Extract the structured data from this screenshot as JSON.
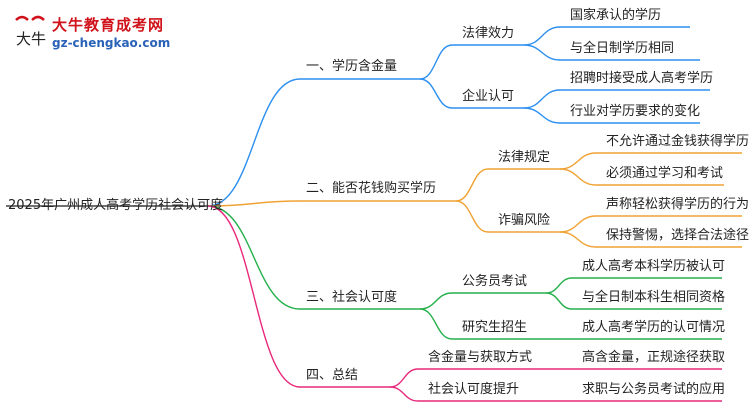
{
  "logo": {
    "mark": "大牛",
    "title": "大牛教育成考网",
    "url": "gz-chengkao.com"
  },
  "root": "2025年广州成人高考学历社会认可度",
  "colors": {
    "blue": "#2c8ff0",
    "orange": "#f0a234",
    "green": "#26b04b",
    "pink": "#e8287a"
  },
  "branches": [
    {
      "label": "一、学历含金量",
      "color": "blue",
      "children": [
        {
          "label": "法律效力",
          "leaves": [
            "国家承认的学历",
            "与全日制学历相同"
          ]
        },
        {
          "label": "企业认可",
          "leaves": [
            "招聘时接受成人高考学历",
            "行业对学历要求的变化"
          ]
        }
      ]
    },
    {
      "label": "二、能否花钱购买学历",
      "color": "orange",
      "children": [
        {
          "label": "法律规定",
          "leaves": [
            "不允许通过金钱获得学历",
            "必须通过学习和考试"
          ]
        },
        {
          "label": "诈骗风险",
          "leaves": [
            "声称轻松获得学历的行为",
            "保持警惕，选择合法途径"
          ]
        }
      ]
    },
    {
      "label": "三、社会认可度",
      "color": "green",
      "children": [
        {
          "label": "公务员考试",
          "leaves": [
            "成人高考本科学历被认可",
            "与全日制本科生相同资格"
          ]
        },
        {
          "label": "研究生招生",
          "leaves": [
            "成人高考学历的认可情况"
          ]
        }
      ]
    },
    {
      "label": "四、总结",
      "color": "pink",
      "children": [
        {
          "label": "含金量与获取方式",
          "leaves": [
            "高含金量，正规途径获取"
          ]
        },
        {
          "label": "社会认可度提升",
          "leaves": [
            "求职与公务员考试的应用"
          ]
        }
      ]
    }
  ]
}
